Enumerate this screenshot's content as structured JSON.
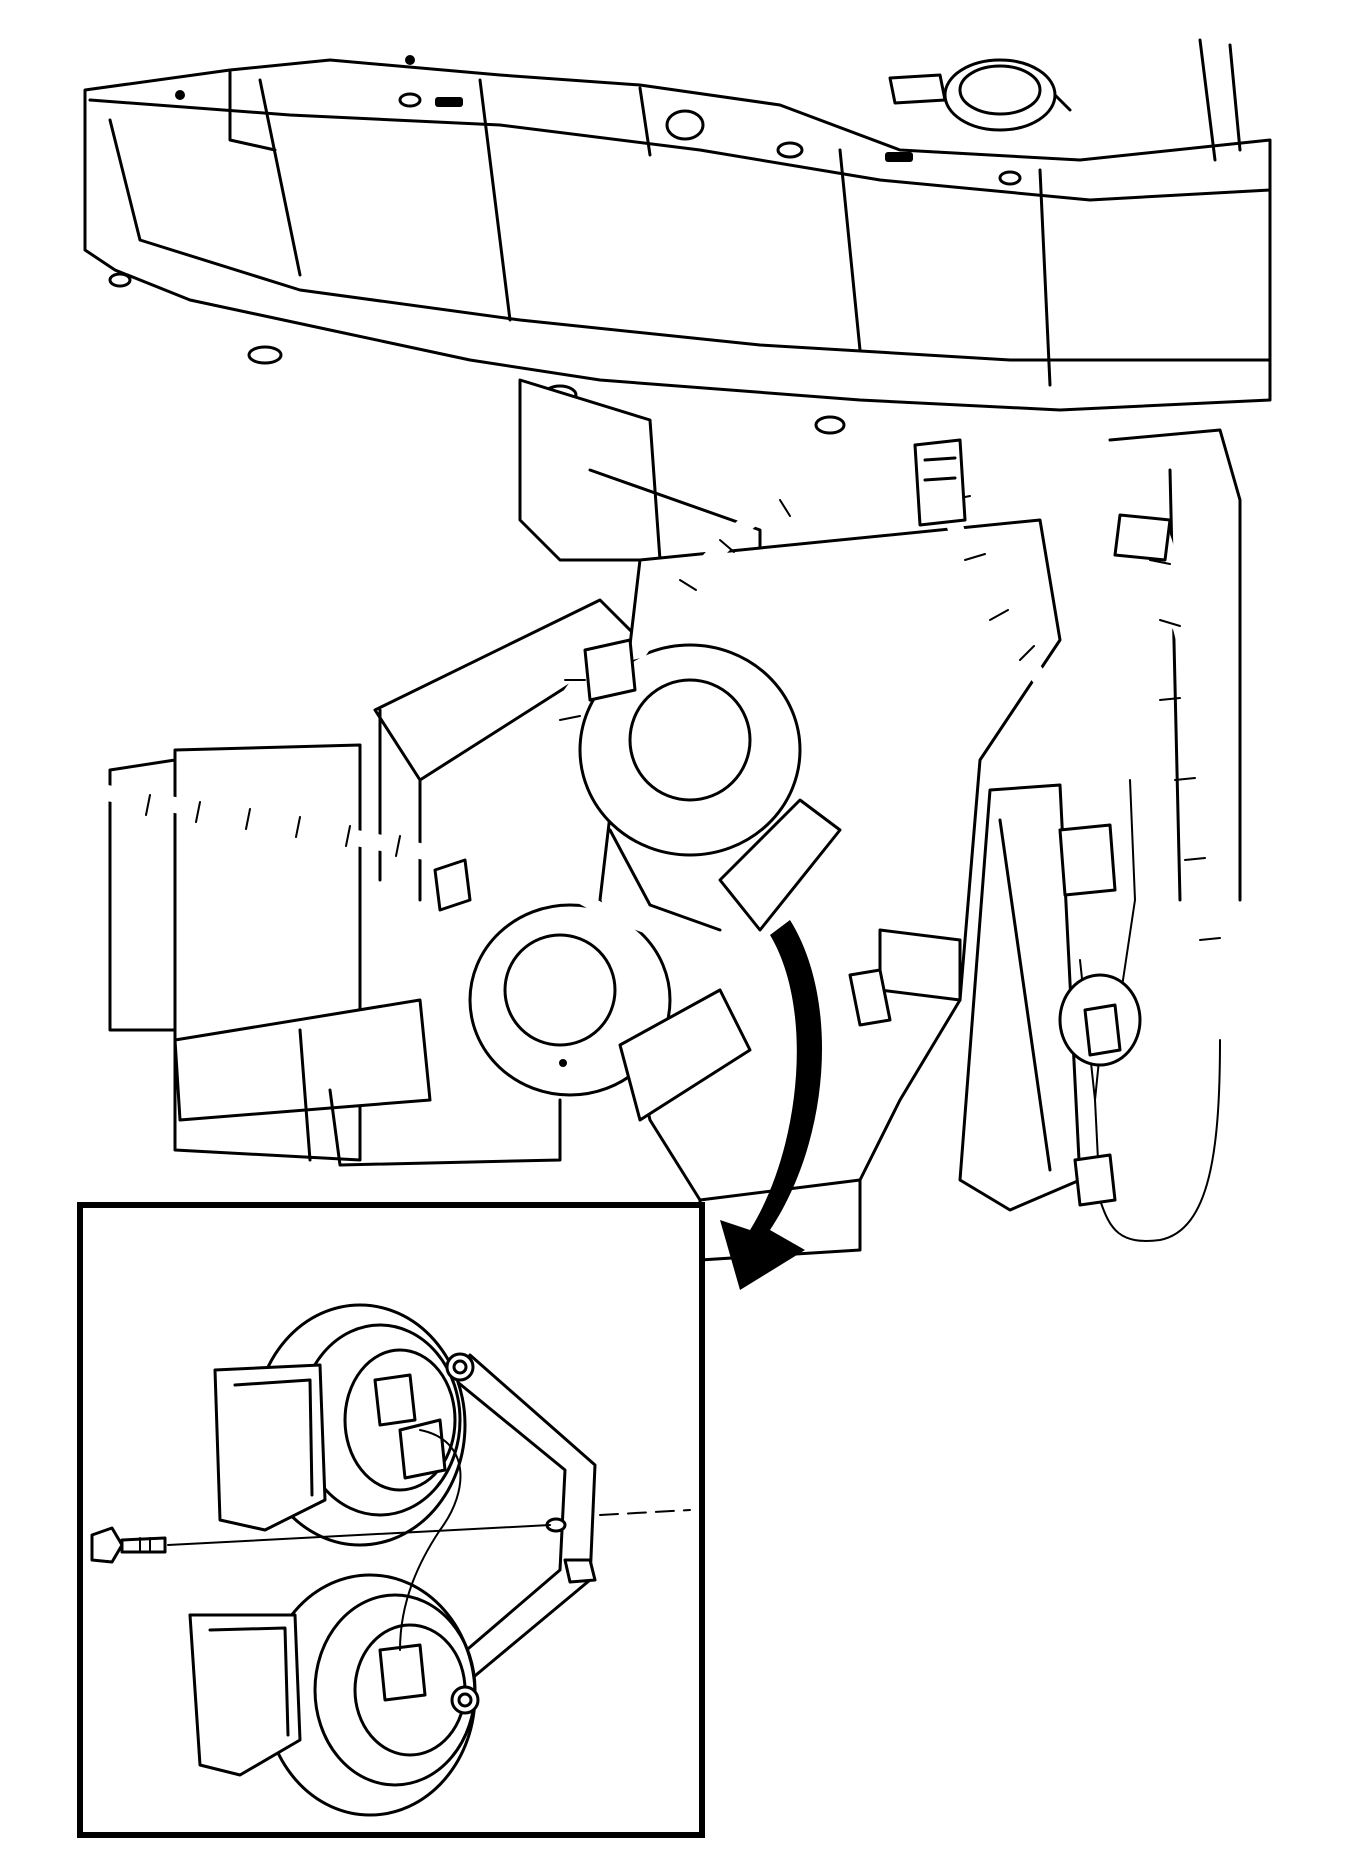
{
  "figure": {
    "type": "technical-line-illustration",
    "background": "#ffffff",
    "ink": "#000000",
    "main_view": {
      "parts": [
        "radiator-support",
        "coolant-reservoir-cap",
        "wiring-harness",
        "high-note-horn",
        "low-note-horn",
        "horn-bracket",
        "electrical-connectors",
        "fog-lamp"
      ]
    },
    "callout_arrow": {
      "direction": "down-left"
    },
    "detail_view": {
      "parts": [
        "upper-horn",
        "lower-horn",
        "horn-bracket",
        "mounting-bolt",
        "horn-connectors",
        "alignment-pin"
      ]
    }
  }
}
